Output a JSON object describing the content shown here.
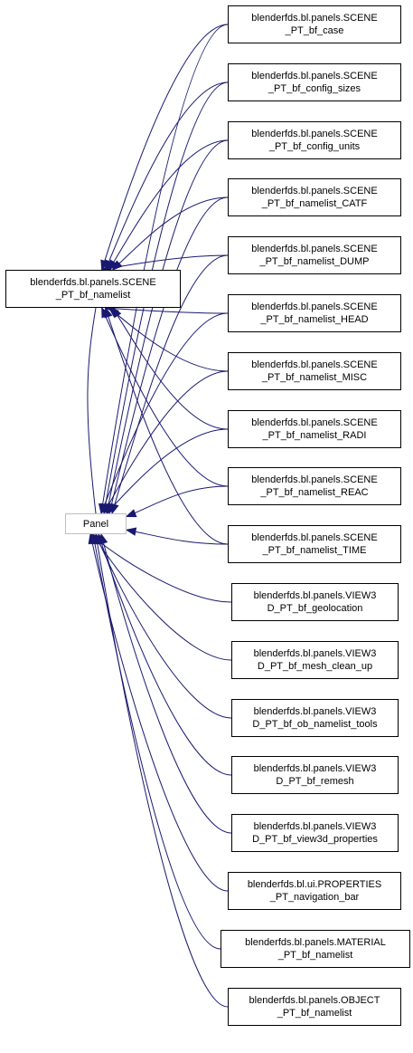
{
  "diagram": {
    "edge_color": "#191970",
    "hub_nodes": {
      "scene_namelist": {
        "lines": [
          "blenderfds.bl.panels.SCENE",
          "_PT_bf_namelist"
        ]
      },
      "panel": {
        "lines": [
          "Panel"
        ]
      }
    },
    "right_nodes": [
      {
        "id": "case",
        "lines": [
          "blenderfds.bl.panels.SCENE",
          "_PT_bf_case"
        ],
        "parents": [
          "scene_namelist",
          "panel"
        ]
      },
      {
        "id": "config_sizes",
        "lines": [
          "blenderfds.bl.panels.SCENE",
          "_PT_bf_config_sizes"
        ],
        "parents": [
          "scene_namelist",
          "panel"
        ]
      },
      {
        "id": "config_units",
        "lines": [
          "blenderfds.bl.panels.SCENE",
          "_PT_bf_config_units"
        ],
        "parents": [
          "scene_namelist",
          "panel"
        ]
      },
      {
        "id": "namelist_catf",
        "lines": [
          "blenderfds.bl.panels.SCENE",
          "_PT_bf_namelist_CATF"
        ],
        "parents": [
          "scene_namelist",
          "panel"
        ]
      },
      {
        "id": "namelist_dump",
        "lines": [
          "blenderfds.bl.panels.SCENE",
          "_PT_bf_namelist_DUMP"
        ],
        "parents": [
          "scene_namelist",
          "panel"
        ]
      },
      {
        "id": "namelist_head",
        "lines": [
          "blenderfds.bl.panels.SCENE",
          "_PT_bf_namelist_HEAD"
        ],
        "parents": [
          "scene_namelist",
          "panel"
        ]
      },
      {
        "id": "namelist_misc",
        "lines": [
          "blenderfds.bl.panels.SCENE",
          "_PT_bf_namelist_MISC"
        ],
        "parents": [
          "scene_namelist",
          "panel"
        ]
      },
      {
        "id": "namelist_radi",
        "lines": [
          "blenderfds.bl.panels.SCENE",
          "_PT_bf_namelist_RADI"
        ],
        "parents": [
          "scene_namelist",
          "panel"
        ]
      },
      {
        "id": "namelist_reac",
        "lines": [
          "blenderfds.bl.panels.SCENE",
          "_PT_bf_namelist_REAC"
        ],
        "parents": [
          "scene_namelist",
          "panel"
        ]
      },
      {
        "id": "namelist_time",
        "lines": [
          "blenderfds.bl.panels.SCENE",
          "_PT_bf_namelist_TIME"
        ],
        "parents": [
          "scene_namelist",
          "panel"
        ]
      },
      {
        "id": "geolocation",
        "lines": [
          "blenderfds.bl.panels.VIEW3",
          "D_PT_bf_geolocation"
        ],
        "parents": [
          "panel"
        ]
      },
      {
        "id": "mesh_clean_up",
        "lines": [
          "blenderfds.bl.panels.VIEW3",
          "D_PT_bf_mesh_clean_up"
        ],
        "parents": [
          "panel"
        ]
      },
      {
        "id": "ob_namelist_tools",
        "lines": [
          "blenderfds.bl.panels.VIEW3",
          "D_PT_bf_ob_namelist_tools"
        ],
        "parents": [
          "panel"
        ]
      },
      {
        "id": "remesh",
        "lines": [
          "blenderfds.bl.panels.VIEW3",
          "D_PT_bf_remesh"
        ],
        "parents": [
          "panel"
        ]
      },
      {
        "id": "view3d_properties",
        "lines": [
          "blenderfds.bl.panels.VIEW3",
          "D_PT_bf_view3d_properties"
        ],
        "parents": [
          "panel"
        ]
      },
      {
        "id": "navigation_bar",
        "lines": [
          "blenderfds.bl.ui.PROPERTIES",
          "_PT_navigation_bar"
        ],
        "parents": [
          "panel"
        ]
      },
      {
        "id": "material_namelist",
        "lines": [
          "blenderfds.bl.panels.MATERIAL",
          "_PT_bf_namelist"
        ],
        "parents": [
          "panel"
        ]
      },
      {
        "id": "object_namelist",
        "lines": [
          "blenderfds.bl.panels.OBJECT",
          "_PT_bf_namelist"
        ],
        "parents": [
          "panel"
        ]
      }
    ]
  }
}
